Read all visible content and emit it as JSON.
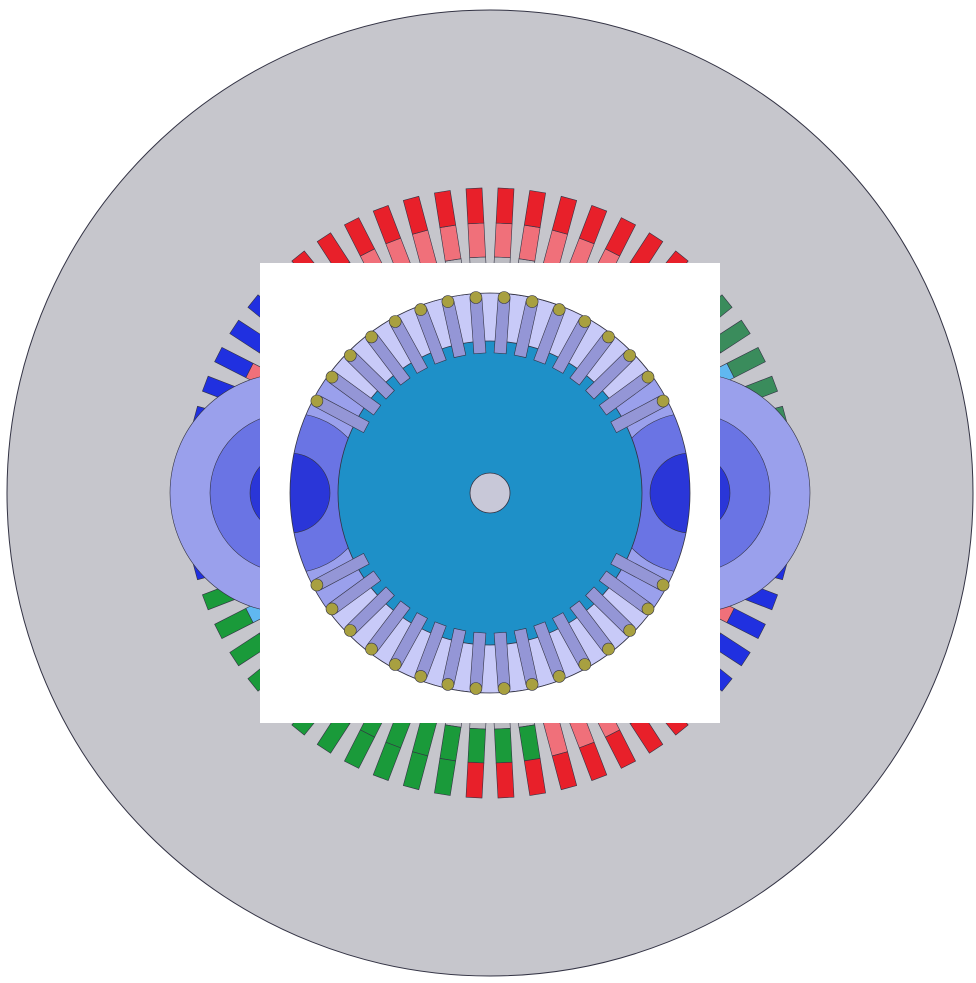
{
  "view": {
    "background": "#ffffff",
    "outline_color": "#333344"
  },
  "stator": {
    "yoke_color": "#c6c6cc",
    "bore_color": "#ffffff",
    "slot_count": 60,
    "slot_empty_color": "#bcbcc2",
    "phase_colors": {
      "A_dark": "#e8202a",
      "A_light": "#f0707a",
      "B_dark": "#2030e0",
      "B_light": "#60b8f0",
      "C_dark": "#1a9a3a",
      "C_light": "#3a8c5c"
    }
  },
  "rotor": {
    "core_color": "#1e90c8",
    "pole_zone_color": "#c8caf8",
    "flux_barrier_colors": [
      "#9aa0ec",
      "#6a74e4",
      "#2a36d8"
    ],
    "bar_color": "#9496d6",
    "bar_count_per_pole": 16,
    "pole_count": 2,
    "damper_color": "#a8a040",
    "shaft_color": "#c8c8d8"
  }
}
